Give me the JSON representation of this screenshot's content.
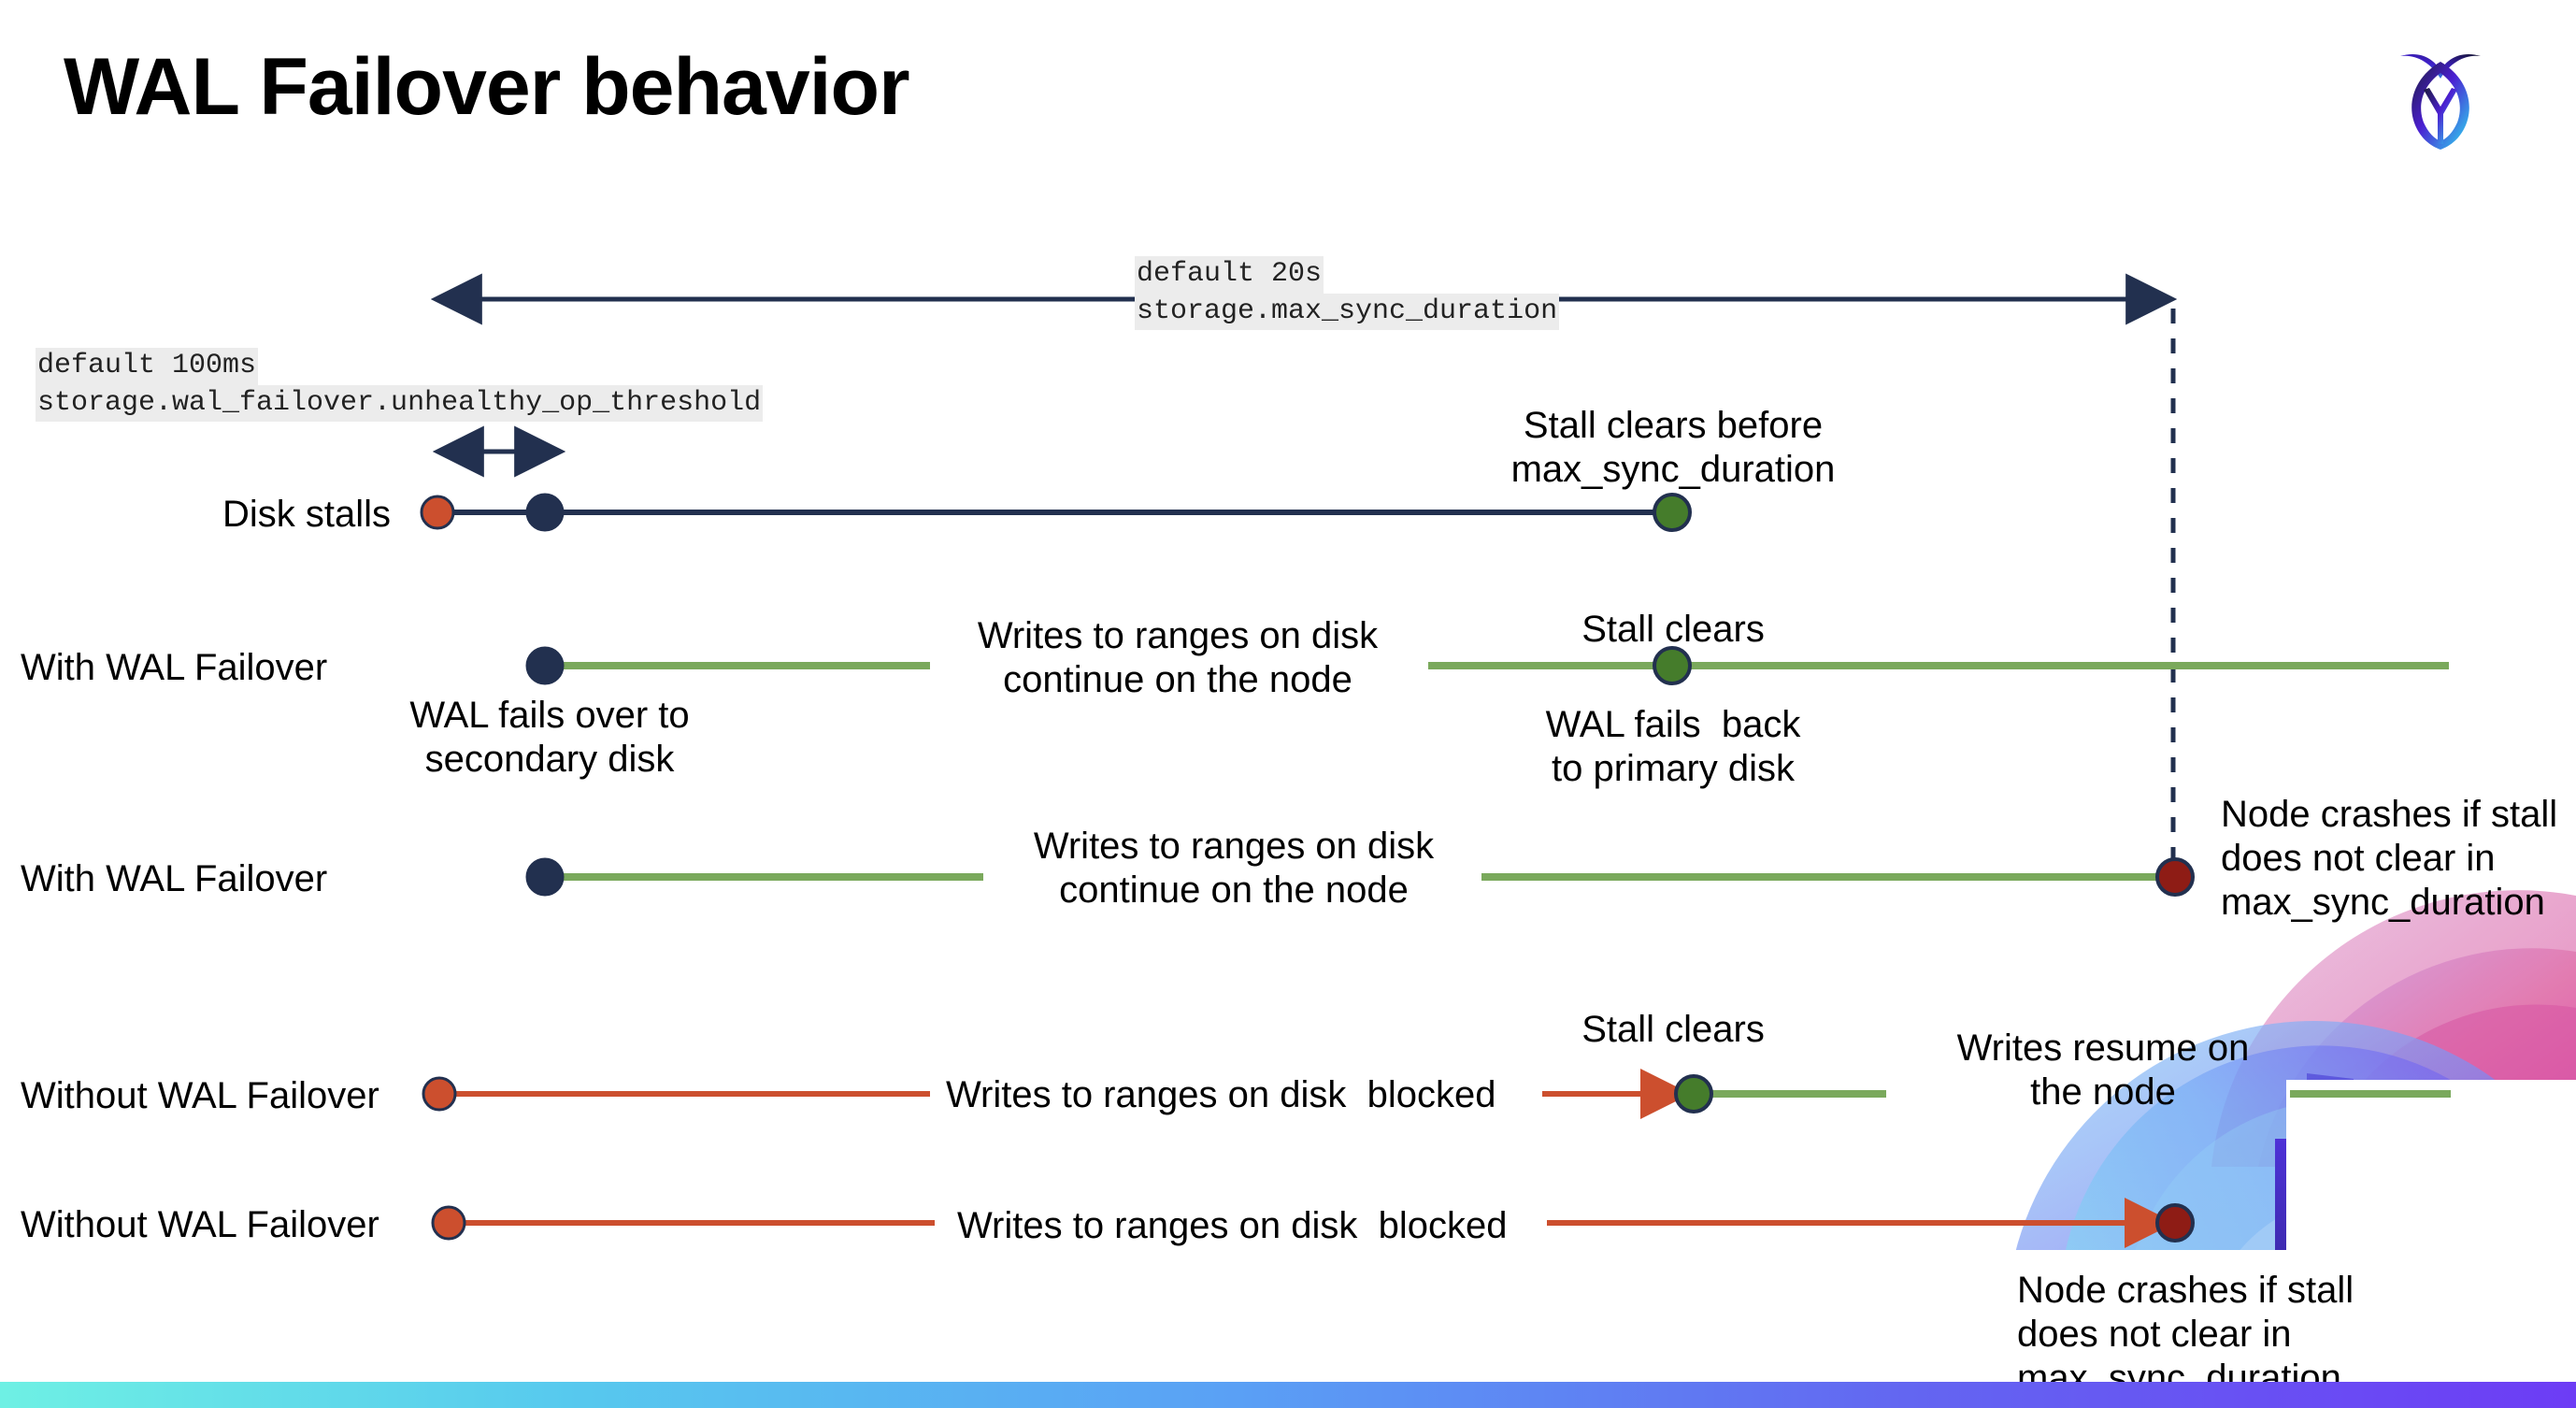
{
  "slide": {
    "title": "WAL Failover behavior",
    "logo_icon": "cockroach-labs-logo-icon"
  },
  "annotations": {
    "max_sync": {
      "line1": "default 20s",
      "line2": "storage.max_sync_duration"
    },
    "unhealthy_op": {
      "line1": "default 100ms",
      "line2": "storage.wal_failover.unhealthy_op_threshold"
    }
  },
  "rows": [
    {
      "id": "disk-stalls",
      "name": "Disk stalls",
      "note_above": "Stall clears before\nmax_sync_duration"
    },
    {
      "id": "with-wal-failover-clears",
      "name": "With WAL Failover",
      "note_mid": "Writes to ranges on disk\ncontinue on the node",
      "note_start_below": "WAL fails over to\nsecondary disk",
      "note_clear_above": "Stall clears",
      "note_clear_below": "WAL fails  back\nto primary disk"
    },
    {
      "id": "with-wal-failover-crash",
      "name": "With WAL Failover",
      "note_mid": "Writes to ranges on disk\ncontinue on the node",
      "note_end": "Node crashes if stall\ndoes not clear in\nmax_sync_duration"
    },
    {
      "id": "without-wal-failover-clears",
      "name": "Without WAL Failover",
      "note_mid": "Writes to ranges on disk  blocked",
      "note_clear_above": "Stall clears",
      "note_resume": "Writes resume on\nthe node"
    },
    {
      "id": "without-wal-failover-crash",
      "name": "Without WAL Failover",
      "note_mid": "Writes to ranges on disk  blocked",
      "note_end": "Node crashes if stall\ndoes not clear in\nmax_sync_duration"
    }
  ],
  "legend_colors": {
    "navy": "#22304f",
    "green_line": "#7aa95c",
    "green_dot": "#457c2b",
    "orange": "#cc4f2e",
    "dark_red": "#8e1c15",
    "code_bg": "#ececec"
  }
}
